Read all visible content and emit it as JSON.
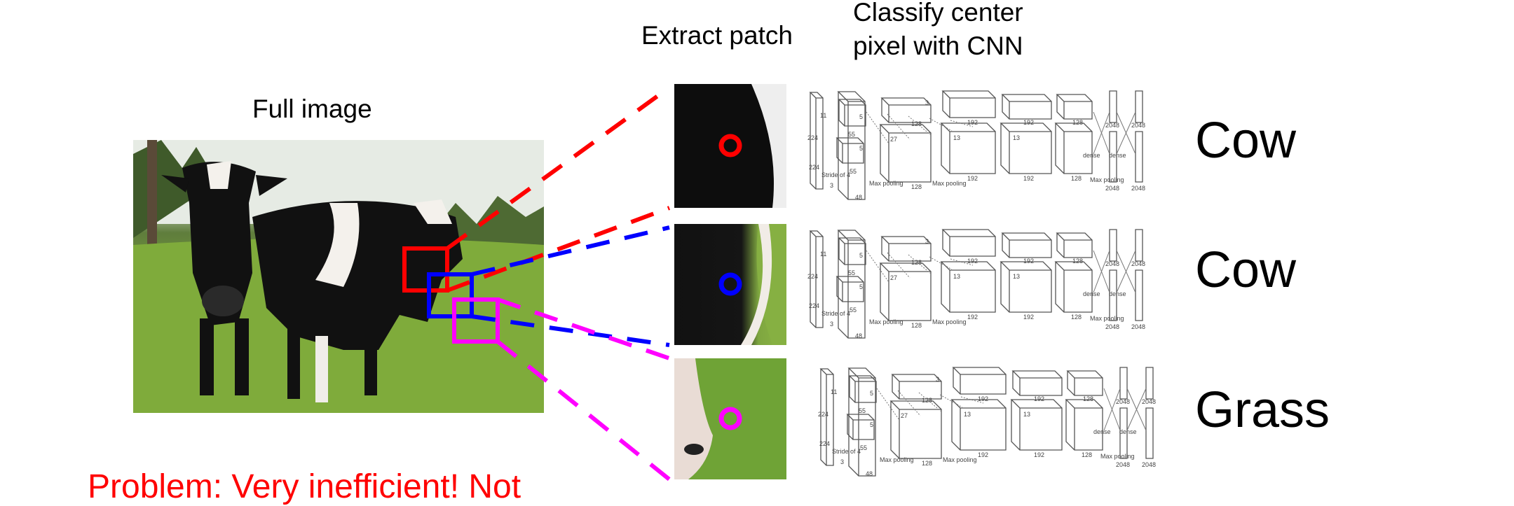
{
  "labels": {
    "full_image": "Full image",
    "extract_patch": "Extract patch",
    "classify_line1": "Classify center",
    "classify_line2": "pixel with CNN"
  },
  "classes": [
    "Cow",
    "Cow",
    "Grass"
  ],
  "problem": "Problem: Very inefficient! Not",
  "colors": {
    "red": "#ff0000",
    "blue": "#0000ff",
    "magenta": "#ff00ff"
  },
  "cnn_labels": {
    "input": "224",
    "stride": "Stride of 4",
    "depth3": "3",
    "c1": "48",
    "c2": "128",
    "c3": "192",
    "c5": "128",
    "fc": "2048",
    "dense": "dense",
    "pool": "Max pooling",
    "k11": "11",
    "k5": "5",
    "k3": "3",
    "s55": "55",
    "s27": "27",
    "s13": "13"
  }
}
